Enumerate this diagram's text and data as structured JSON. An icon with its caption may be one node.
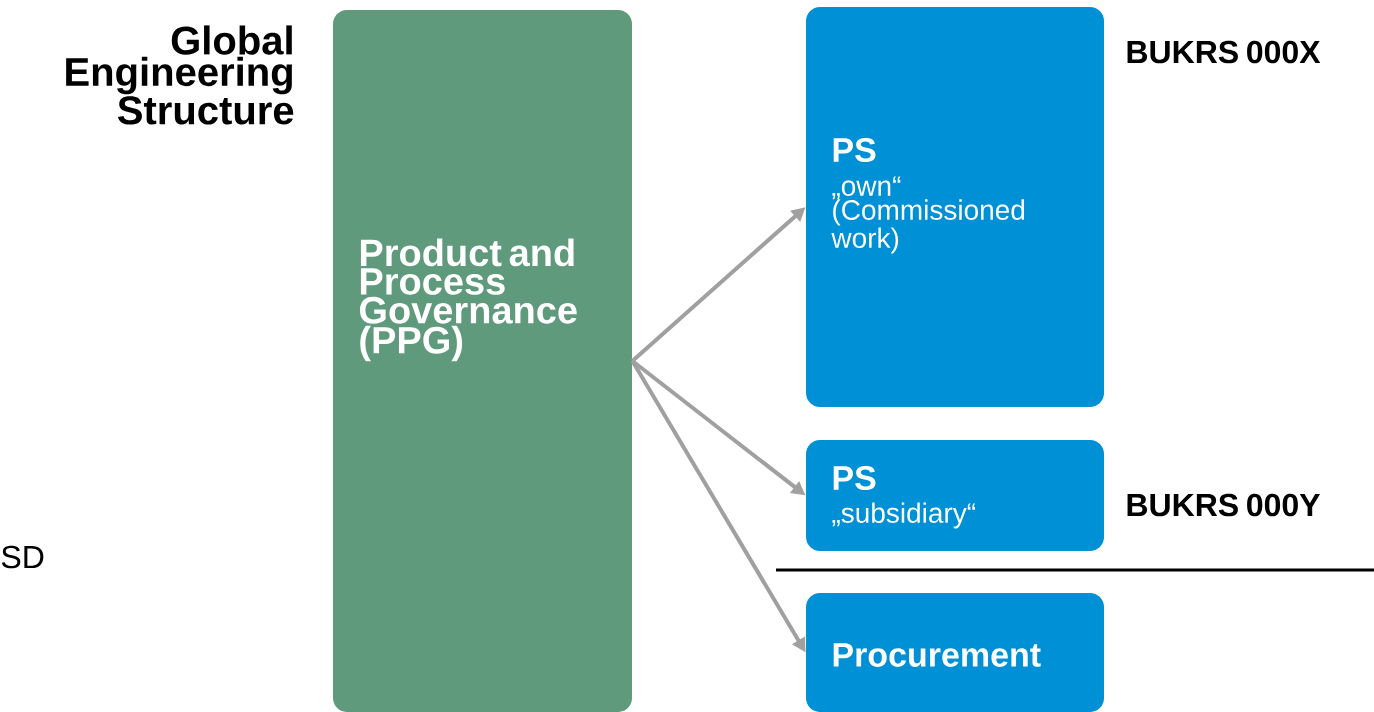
{
  "diagram": {
    "nodes": [
      {
        "text": [
          "Product and Process Governance (PPG)"
        ]
      },
      {
        "text": [
          "PS",
          "„own“ (Commissioned work)"
        ]
      },
      {
        "text": [
          "PS",
          "„subsidiary“"
        ]
      },
      {
        "text": [
          "Procurement"
        ]
      }
    ],
    "edges": [
      {
        "from": 0,
        "to": 1,
        "arrow": "to"
      },
      {
        "from": 0,
        "to": 2,
        "arrow": "to"
      },
      {
        "from": 0,
        "to": 3,
        "arrow": "to"
      }
    ],
    "labels": [
      "Global Engineering Structure",
      "BUKRS 000X",
      "BUKRS 000Y",
      "SD"
    ]
  }
}
